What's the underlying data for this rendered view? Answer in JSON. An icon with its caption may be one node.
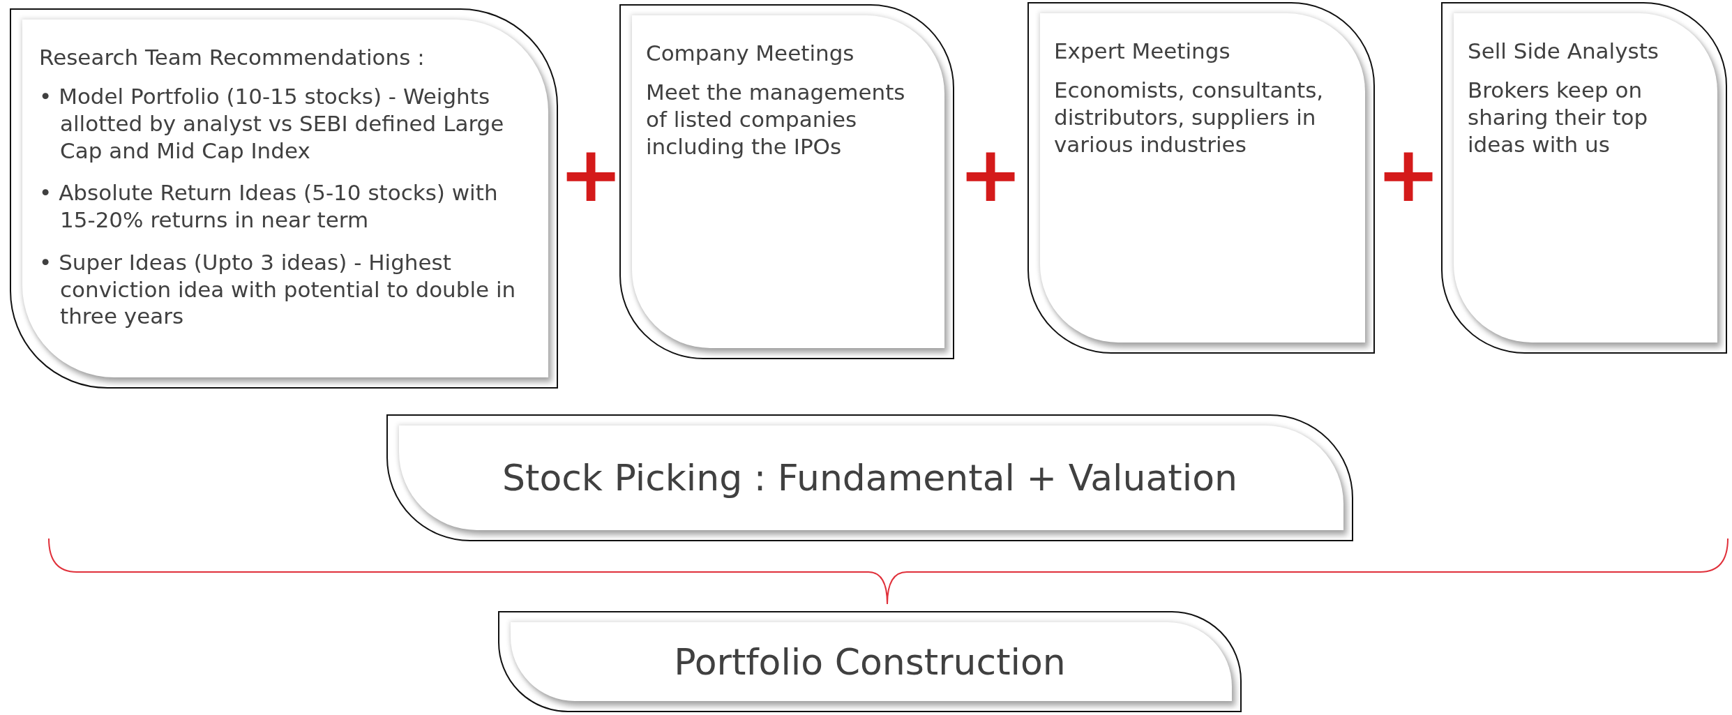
{
  "diagram": {
    "nodes": [
      {
        "text": [
          "Research Team Recommendations :",
          "• Model Portfolio (10-15 stocks) - Weights allotted by analyst vs SEBI defined Large Cap and Mid Cap Index",
          "• Absolute Return Ideas (5-10 stocks) with 15-20% returns in near term",
          "• Super Ideas (Upto 3 ideas) - Highest conviction idea with potential to double in three years"
        ]
      },
      {
        "text": [
          "Company Meetings",
          "Meet the managements of listed companies including the IPOs"
        ]
      },
      {
        "text": [
          "Expert Meetings",
          "Economists, consultants, distributors, suppliers in various industries"
        ]
      },
      {
        "text": [
          "Sell Side Analysts",
          "Brokers keep on sharing their top ideas with us"
        ]
      },
      {
        "text": [
          "Stock Picking : Fundamental + Valuation"
        ]
      },
      {
        "text": [
          "Portfolio Construction"
        ]
      }
    ],
    "edges": [],
    "labels": [
      "+",
      "+",
      "+"
    ]
  }
}
